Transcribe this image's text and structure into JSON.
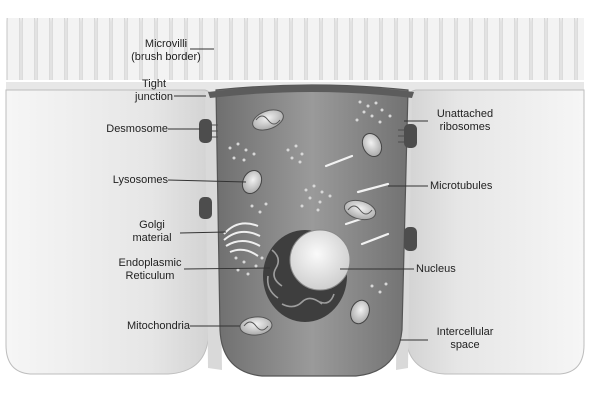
{
  "labels": {
    "microvilli": "Microvilli\n(brush border)",
    "tight_junction": "Tight\njunction",
    "desmosome": "Desmosome",
    "unattached_ribosomes": "Unattached\nribosomes",
    "lysosomes": "Lysosomes",
    "microtubules": "Microtubules",
    "golgi": "Golgi\nmaterial",
    "endoplasmic": "Endoplasmic\nReticulum",
    "nucleus": "Nucleus",
    "mitochondria": "Mitochondria",
    "intercellular": "Intercellular\nspace"
  },
  "colors": {
    "cell_body": "#8c8c8c",
    "neighbor_cell": "#e9e9e9",
    "microvilli": "#f0f0f0",
    "nucleus": "#e2e2e2",
    "desmosome": "#4a4a4a",
    "leader_line": "#333333"
  }
}
